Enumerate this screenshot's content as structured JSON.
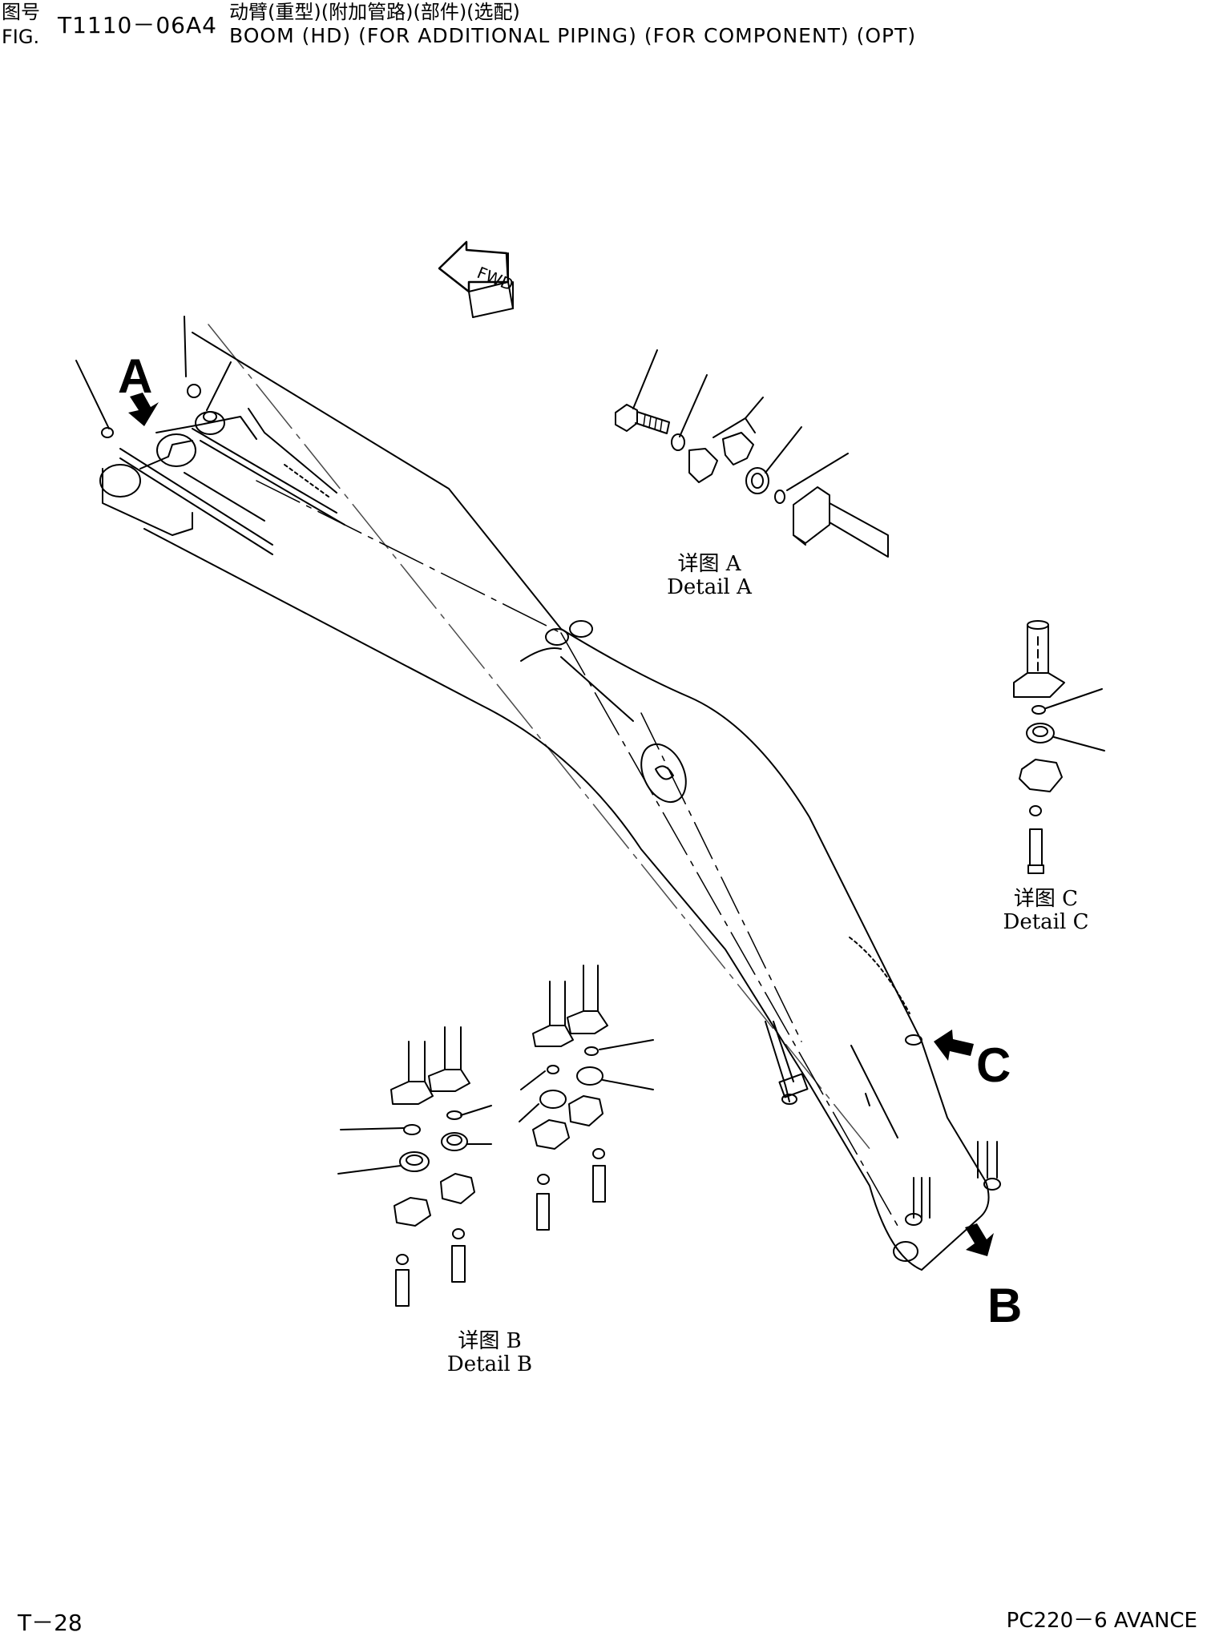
{
  "header": {
    "fig_label_cn": "图号",
    "fig_label_en": "FIG.",
    "fig_number": "T1110－06A4",
    "title_cn": "动臂(重型)(附加管路)(部件)(选配)",
    "title_en": "BOOM (HD) (FOR ADDITIONAL PIPING) (FOR COMPONENT) (OPT)"
  },
  "direction_marker": "FWD",
  "views": {
    "a": "A",
    "b": "B",
    "c": "C"
  },
  "details": {
    "a": {
      "cn": "详图 A",
      "en": "Detail A"
    },
    "b": {
      "cn": "详图 B",
      "en": "Detail B"
    },
    "c": {
      "cn": "详图 C",
      "en": "Detail C"
    }
  },
  "footer": {
    "page": "T－28",
    "model": "PC220－6 AVANCE"
  }
}
